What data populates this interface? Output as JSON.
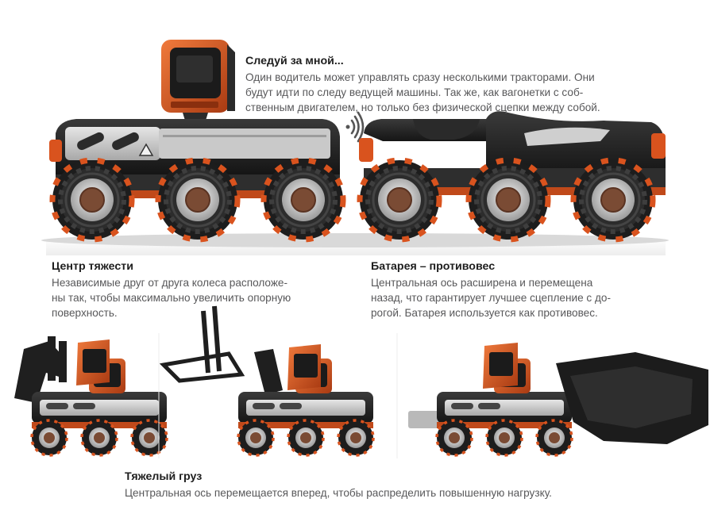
{
  "sections": {
    "follow": {
      "title": "Следуй за мной...",
      "lines": [
        "Один водитель может управлять сразу несколькими тракторами. Они",
        "будут идти по следу ведущей машины. Так же, как вагонетки с соб-",
        "ственным двигателем, но только без физической сцепки между собой."
      ]
    },
    "center": {
      "title": "Центр тяжести",
      "lines": [
        "Независимые друг от друга колеса расположе-",
        "ны так, чтобы максимально увеличить опорную",
        "поверхность."
      ]
    },
    "battery": {
      "title": "Батарея – противовес",
      "lines": [
        "Центральная ось расширена и перемещена",
        "назад, что гарантирует лучшее сцепление с до-",
        "рогой. Батарея используется как противовес."
      ]
    },
    "heavy": {
      "title": "Тяжелый груз",
      "lines": [
        "Центральная ось перемещается вперед, чтобы распределить повышенную нагрузку."
      ]
    }
  },
  "colors": {
    "accent": "#d9531e",
    "body_dark": "#2b2b2b",
    "panel": "#cfcfcf",
    "title": "#1e1e1e",
    "text": "#58585a"
  },
  "icons": {
    "signal": "wireless-signal-icon"
  }
}
